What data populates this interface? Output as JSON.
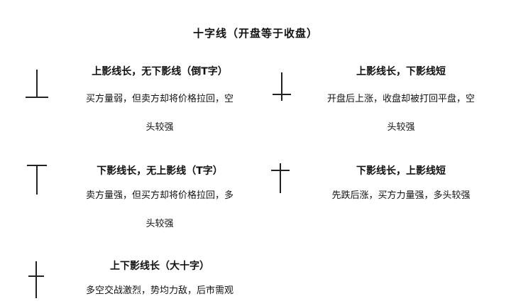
{
  "title": "十字线（开盘等于收盘）",
  "items": [
    {
      "icon": "inverted-t-cross-icon",
      "heading": "上影线长，无下影线（倒T字）",
      "lines": [
        "买方量弱，但卖方却将价格拉回，空",
        "头较强"
      ]
    },
    {
      "icon": "long-upper-cross-icon",
      "heading": "上影线长，下影线短",
      "lines": [
        "开盘后上涨，收盘却被打回平盘，空",
        "头较强"
      ]
    },
    {
      "icon": "t-cross-icon",
      "heading": "下影线长，无上影线（T字）",
      "lines": [
        "卖方量强，但买方却将价格拉回，多",
        "头较强"
      ]
    },
    {
      "icon": "long-lower-cross-icon",
      "heading": "下影线长，上影线短",
      "lines": [
        "先跌后涨，买方力量强，多头较强"
      ]
    },
    {
      "icon": "big-cross-icon",
      "heading": "上下影线长（大十字）",
      "lines": [
        "多空交战激烈，势均力敌，后市需观"
      ]
    }
  ]
}
